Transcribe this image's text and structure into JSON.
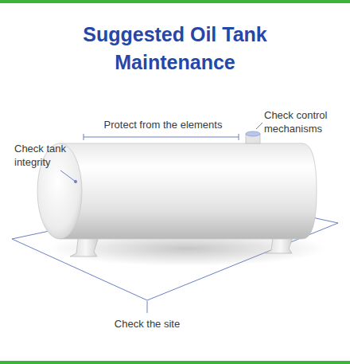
{
  "diagram": {
    "title": "Suggested Oil Tank Maintenance",
    "labels": [
      "Protect from the elements",
      "Check control mechanisms",
      "Check tank integrity",
      "Check the site"
    ]
  }
}
